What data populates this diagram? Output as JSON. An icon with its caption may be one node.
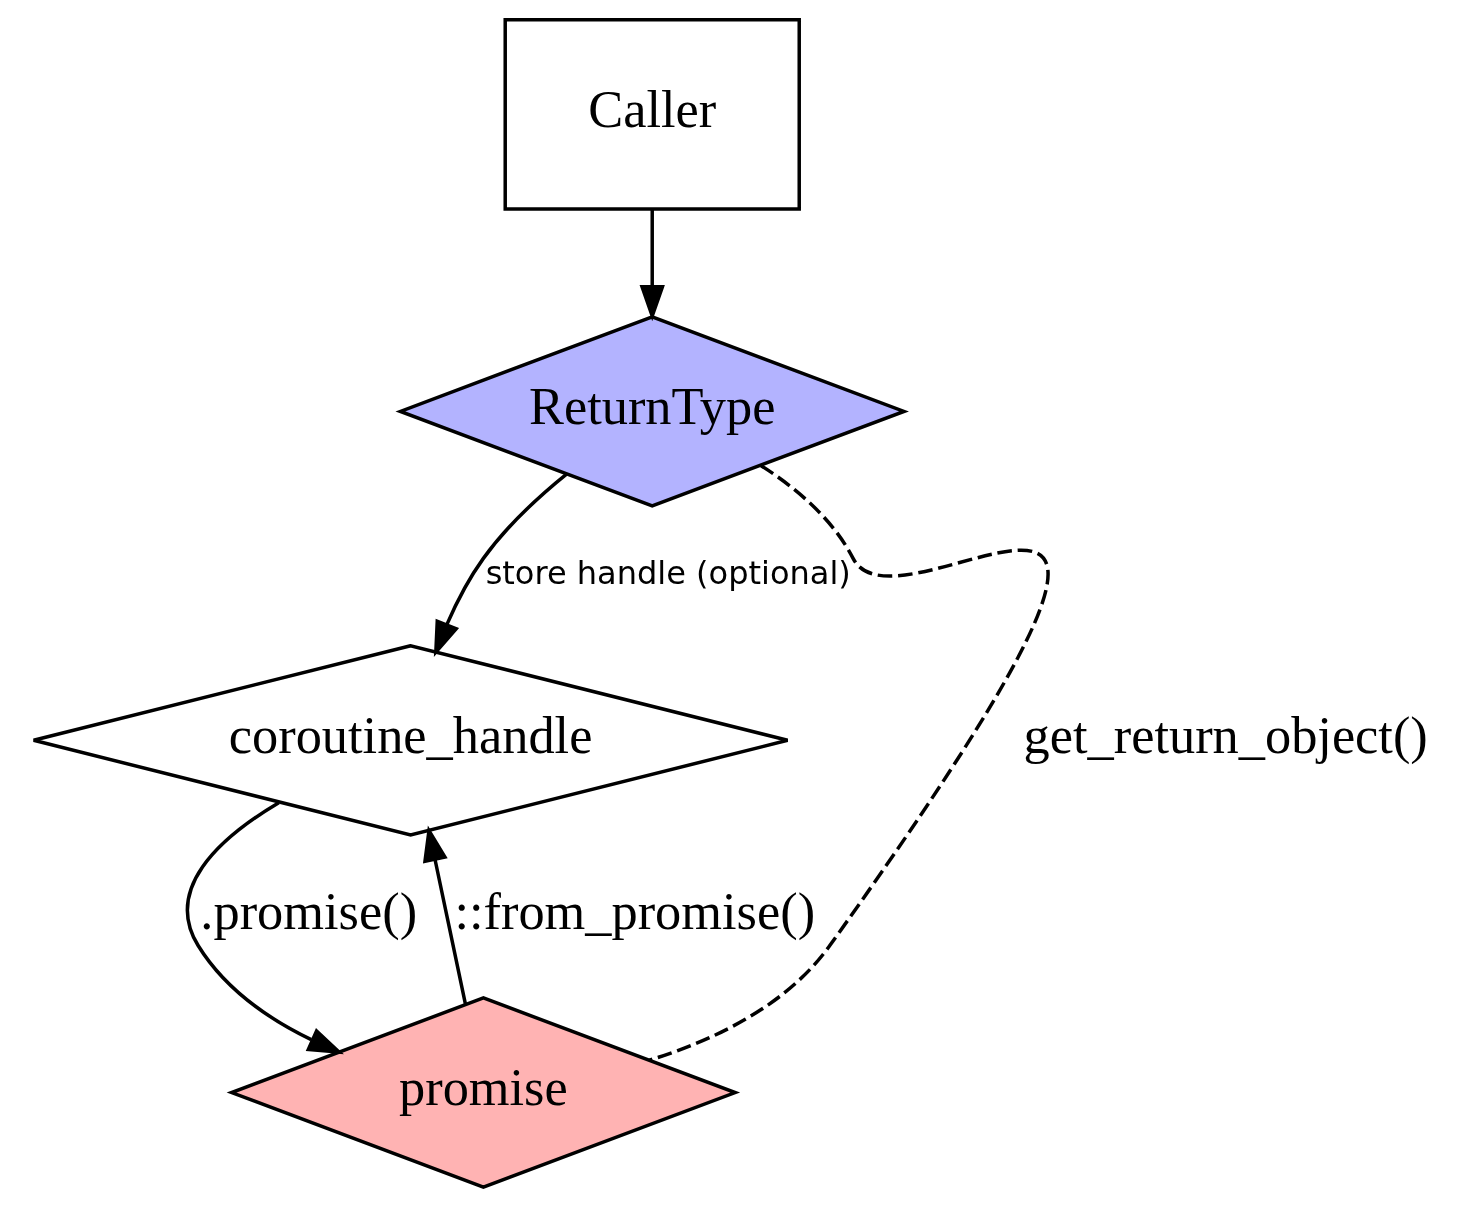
{
  "diagram": {
    "nodes": [
      {
        "text": [
          "Caller"
        ]
      },
      {
        "text": [
          "ReturnType"
        ]
      },
      {
        "text": [
          "coroutine_handle"
        ]
      },
      {
        "text": [
          "promise"
        ]
      }
    ],
    "edges": [
      {
        "from": 0,
        "to": 1,
        "arrow": "to"
      },
      {
        "from": 1,
        "to": 2,
        "arrow": "to",
        "label": "store handle (optional)"
      },
      {
        "from": 1,
        "to": 3,
        "arrow": "none",
        "label": "get_return_object()",
        "style": "dashed"
      },
      {
        "from": 2,
        "to": 3,
        "arrow": "to",
        "label": ".promise()"
      },
      {
        "from": 3,
        "to": 2,
        "arrow": "to",
        "label": "::from_promise()"
      }
    ]
  }
}
